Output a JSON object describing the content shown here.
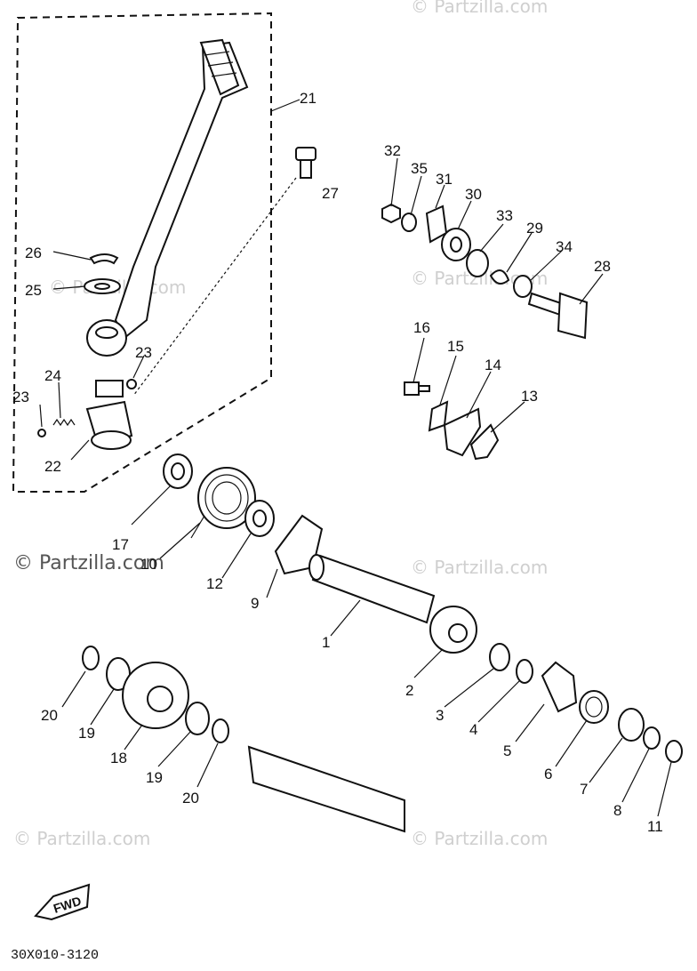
{
  "diagram": {
    "code": "30X010-3120",
    "fwd_label": "FWD",
    "watermark_main": "© Partzilla.com",
    "watermark_faint": "© Partzilla.com"
  },
  "callouts": {
    "c1": "1",
    "c2": "2",
    "c3": "3",
    "c4": "4",
    "c5": "5",
    "c6": "6",
    "c7": "7",
    "c8": "8",
    "c9": "9",
    "c10": "10",
    "c11": "11",
    "c12": "12",
    "c13": "13",
    "c14": "14",
    "c15": "15",
    "c16": "16",
    "c17": "17",
    "c18": "18",
    "c19a": "19",
    "c19b": "19",
    "c20a": "20",
    "c20b": "20",
    "c21": "21",
    "c22": "22",
    "c23a": "23",
    "c23b": "23",
    "c24": "24",
    "c25": "25",
    "c26": "26",
    "c27": "27",
    "c28": "28",
    "c29": "29",
    "c30": "30",
    "c31": "31",
    "c32": "32",
    "c33": "33",
    "c34": "34",
    "c35": "35"
  }
}
